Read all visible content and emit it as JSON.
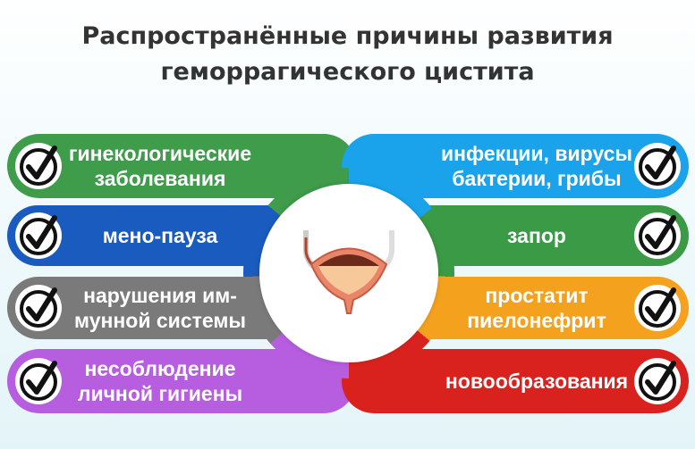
{
  "title": {
    "line1": "Распространённые причины развития",
    "line2": "геморрагического цистита"
  },
  "causes_left": [
    {
      "line1": "гинекологические",
      "line2": "заболевания",
      "color": "#3f9c4a"
    },
    {
      "line1": "мено-пауза",
      "line2": "",
      "color": "#1a5bbf"
    },
    {
      "line1": "нарушения им-",
      "line2": "мунной системы",
      "color": "#7a7a7a"
    },
    {
      "line1": "несоблюдение",
      "line2": "личной гигиены",
      "color": "#b65de0"
    }
  ],
  "causes_right": [
    {
      "line1": "инфекции, вирусы",
      "line2": "бактерии, грибы",
      "color": "#1aa3ea"
    },
    {
      "line1": "запор",
      "line2": "",
      "color": "#3a9a45"
    },
    {
      "line1": "простатит",
      "line2": "пиелонефрит",
      "color": "#f4a21e"
    },
    {
      "line1": "новообразования",
      "line2": "",
      "color": "#d9221e"
    }
  ],
  "icons": {
    "item": "check-circle-icon",
    "center": "bladder-illustration"
  }
}
